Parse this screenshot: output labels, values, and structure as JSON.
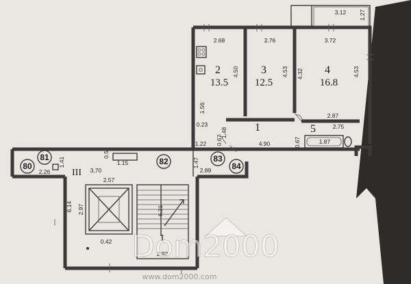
{
  "rooms": [
    {
      "num": "2",
      "area": "13.5"
    },
    {
      "num": "3",
      "area": "12.5"
    },
    {
      "num": "4",
      "area": "16.8"
    },
    {
      "num": "1",
      "area": ""
    },
    {
      "num": "5",
      "area": ""
    }
  ],
  "stair_label": "I",
  "hall_label": "III",
  "units": [
    "80",
    "81",
    "82",
    "83",
    "84"
  ],
  "dims": {
    "d268": "2.68",
    "d276": "2.76",
    "d372": "3.72",
    "d312": "3.12",
    "d127": "1.27",
    "d450": "4.50",
    "d453a": "4.53",
    "d432": "4.32",
    "d453b": "4.53",
    "d156": "1.56",
    "d023": "0.23",
    "d148": "1.48",
    "d287": "2.87",
    "d275": "2.75",
    "d122": "1.22",
    "d490": "4.90",
    "d067a": "0.67",
    "d067b": "0.67",
    "d187": "1.87",
    "d05": "0.5",
    "d141": "1.41",
    "d115": "1.15",
    "d226": "2.26",
    "d370": "3.70",
    "d147": "1.47",
    "d289": "2.89",
    "d257": "2.57",
    "d614": "6.14",
    "d297": "2.97",
    "d621": "6.21",
    "d042": "0.42",
    "d292": "2.92"
  },
  "watermark": {
    "brand": "Dom2000",
    "url": "www.dom2000.com"
  }
}
